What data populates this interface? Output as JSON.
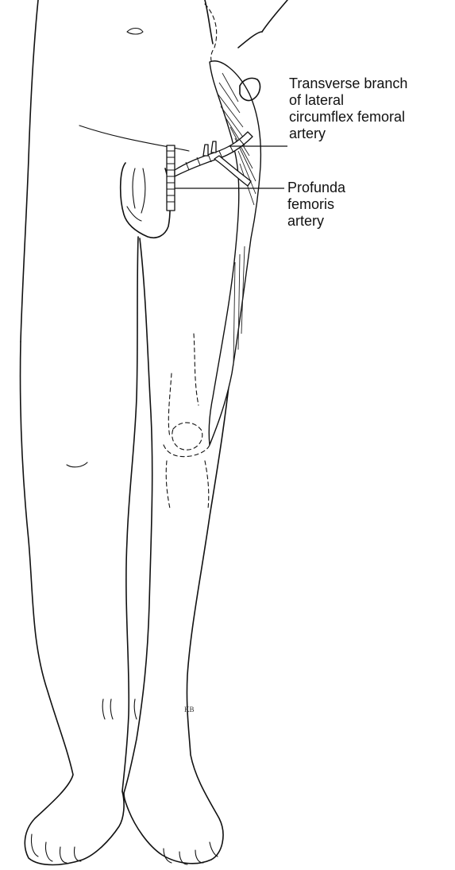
{
  "labels": {
    "transverse_branch": "Transverse branch\nof lateral\ncircumflex femoral\nartery",
    "profunda_femoris": "Profunda\nfemoris\nartery"
  },
  "artist_mark": "KB",
  "colors": {
    "ink": "#111111",
    "background": "#ffffff"
  }
}
